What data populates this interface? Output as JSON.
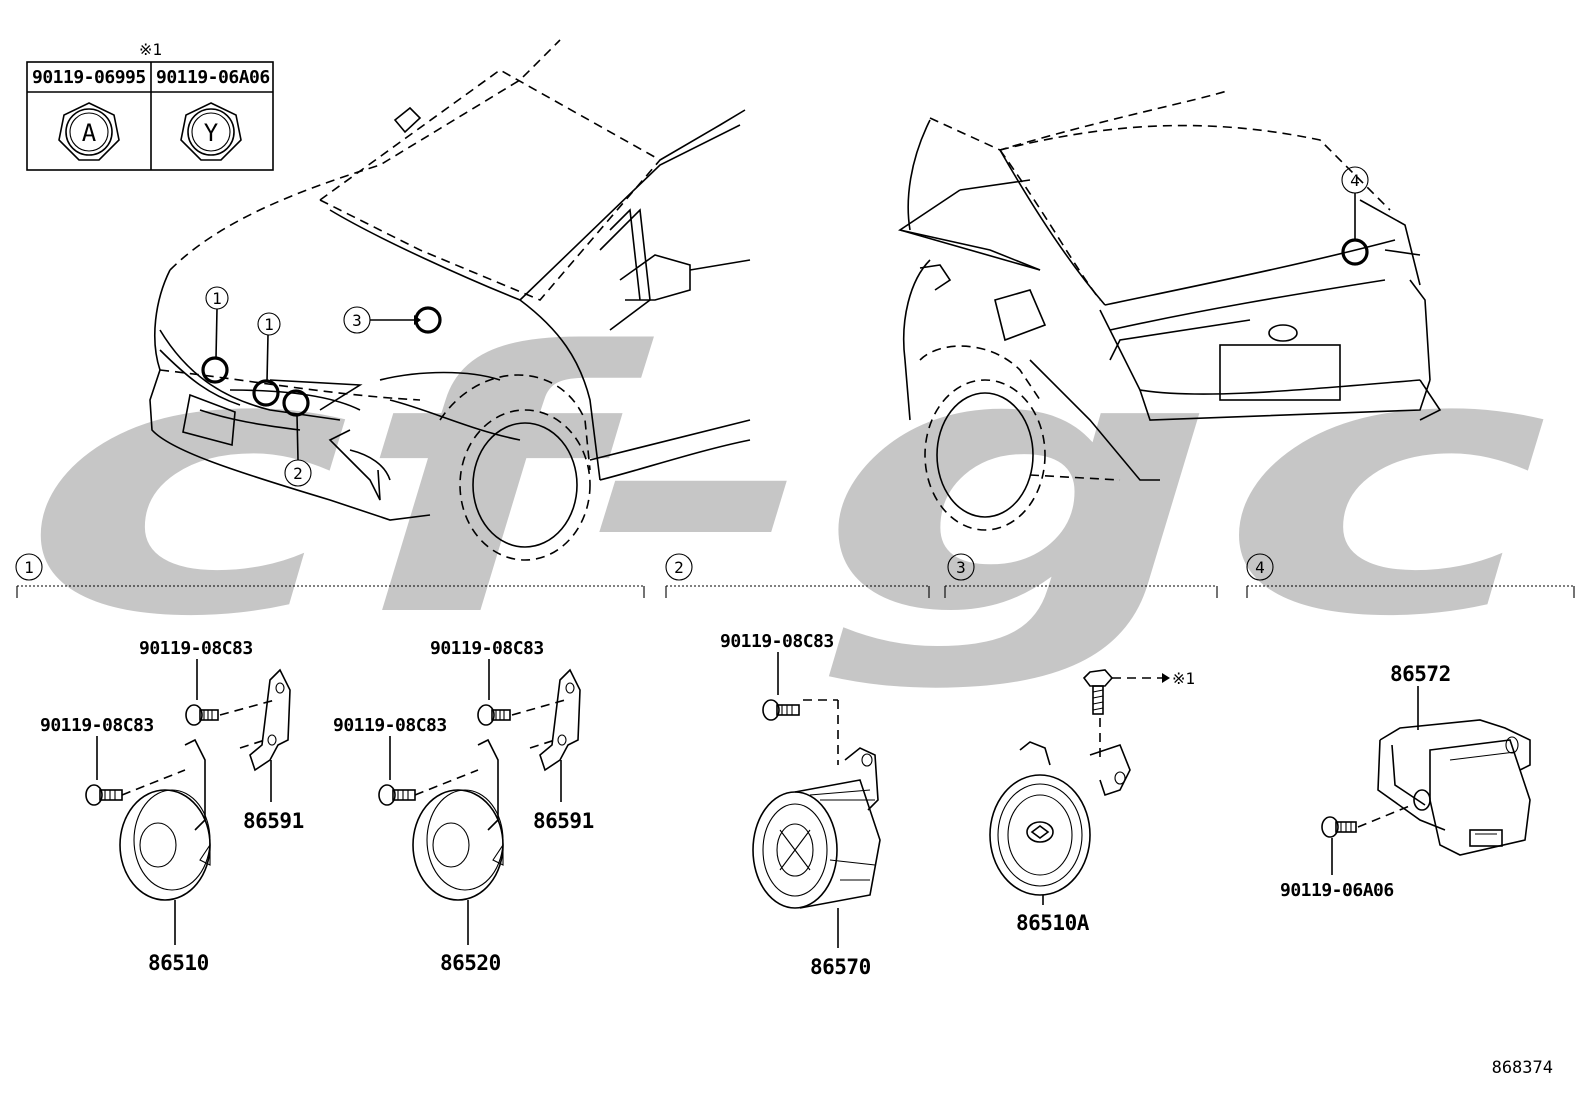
{
  "watermark": "cf-gc",
  "fastener_table": {
    "note": "※1",
    "columns": [
      {
        "part_no": "90119-06995",
        "mark": "A"
      },
      {
        "part_no": "90119-06A06",
        "mark": "Y"
      }
    ]
  },
  "location_markers": [
    "1",
    "1",
    "2",
    "3",
    "4"
  ],
  "sections": [
    {
      "number": "1"
    },
    {
      "number": "2"
    },
    {
      "number": "3"
    },
    {
      "number": "4"
    }
  ],
  "parts": {
    "s1_bolt_upper": "90119-08C83",
    "s1_bolt_lower": "90119-08C83",
    "s1_bracket": "86591",
    "s1_horn": "86510",
    "s1b_bolt_upper": "90119-08C83",
    "s1b_bolt_lower": "90119-08C83",
    "s1b_bracket": "86591",
    "s1b_horn": "86520",
    "s2_bolt": "90119-08C83",
    "s2_siren": "86570",
    "s3_note": "※1",
    "s3_horn": "86510A",
    "s4_bracket": "86572",
    "s4_bolt": "90119-06A06"
  },
  "diagram_id": "868374"
}
